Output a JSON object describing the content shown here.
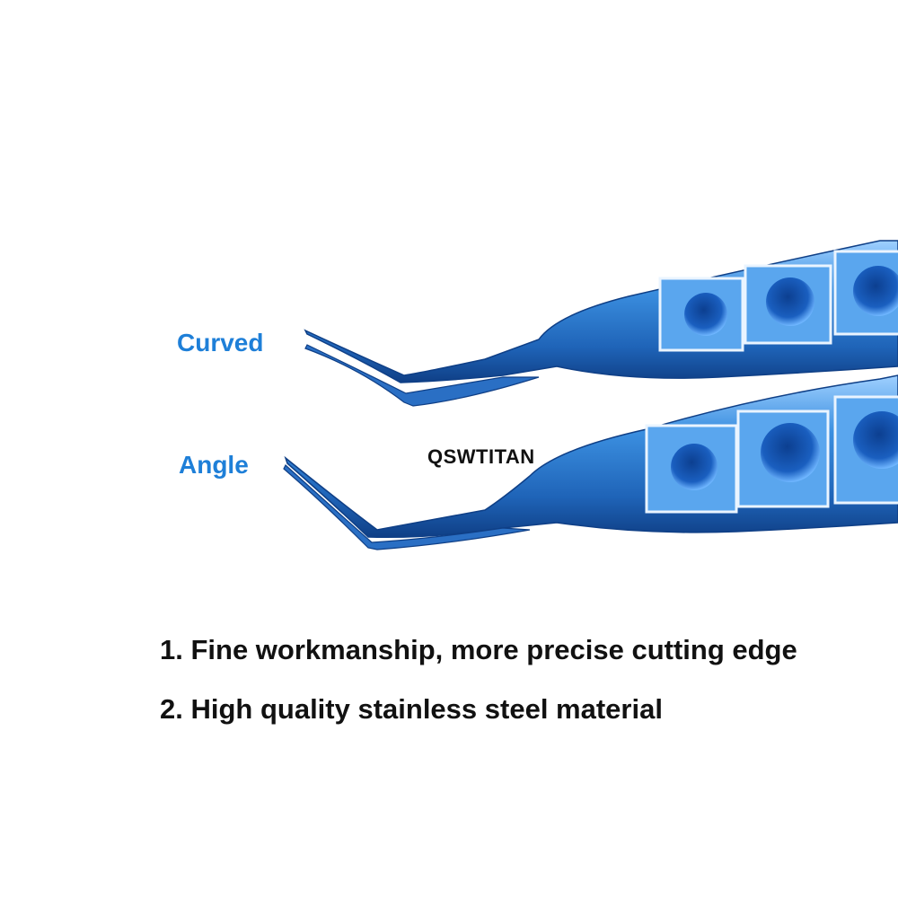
{
  "labels": {
    "curved": "Curved",
    "angle": "Angle"
  },
  "brand": "QSWTITAN",
  "features": [
    "1. Fine workmanship, more precise cutting edge",
    "2. High quality stainless steel material"
  ],
  "colors": {
    "label_blue": "#1e7fd8",
    "titanium_blue": "#2f7fd6",
    "text": "#111111"
  }
}
